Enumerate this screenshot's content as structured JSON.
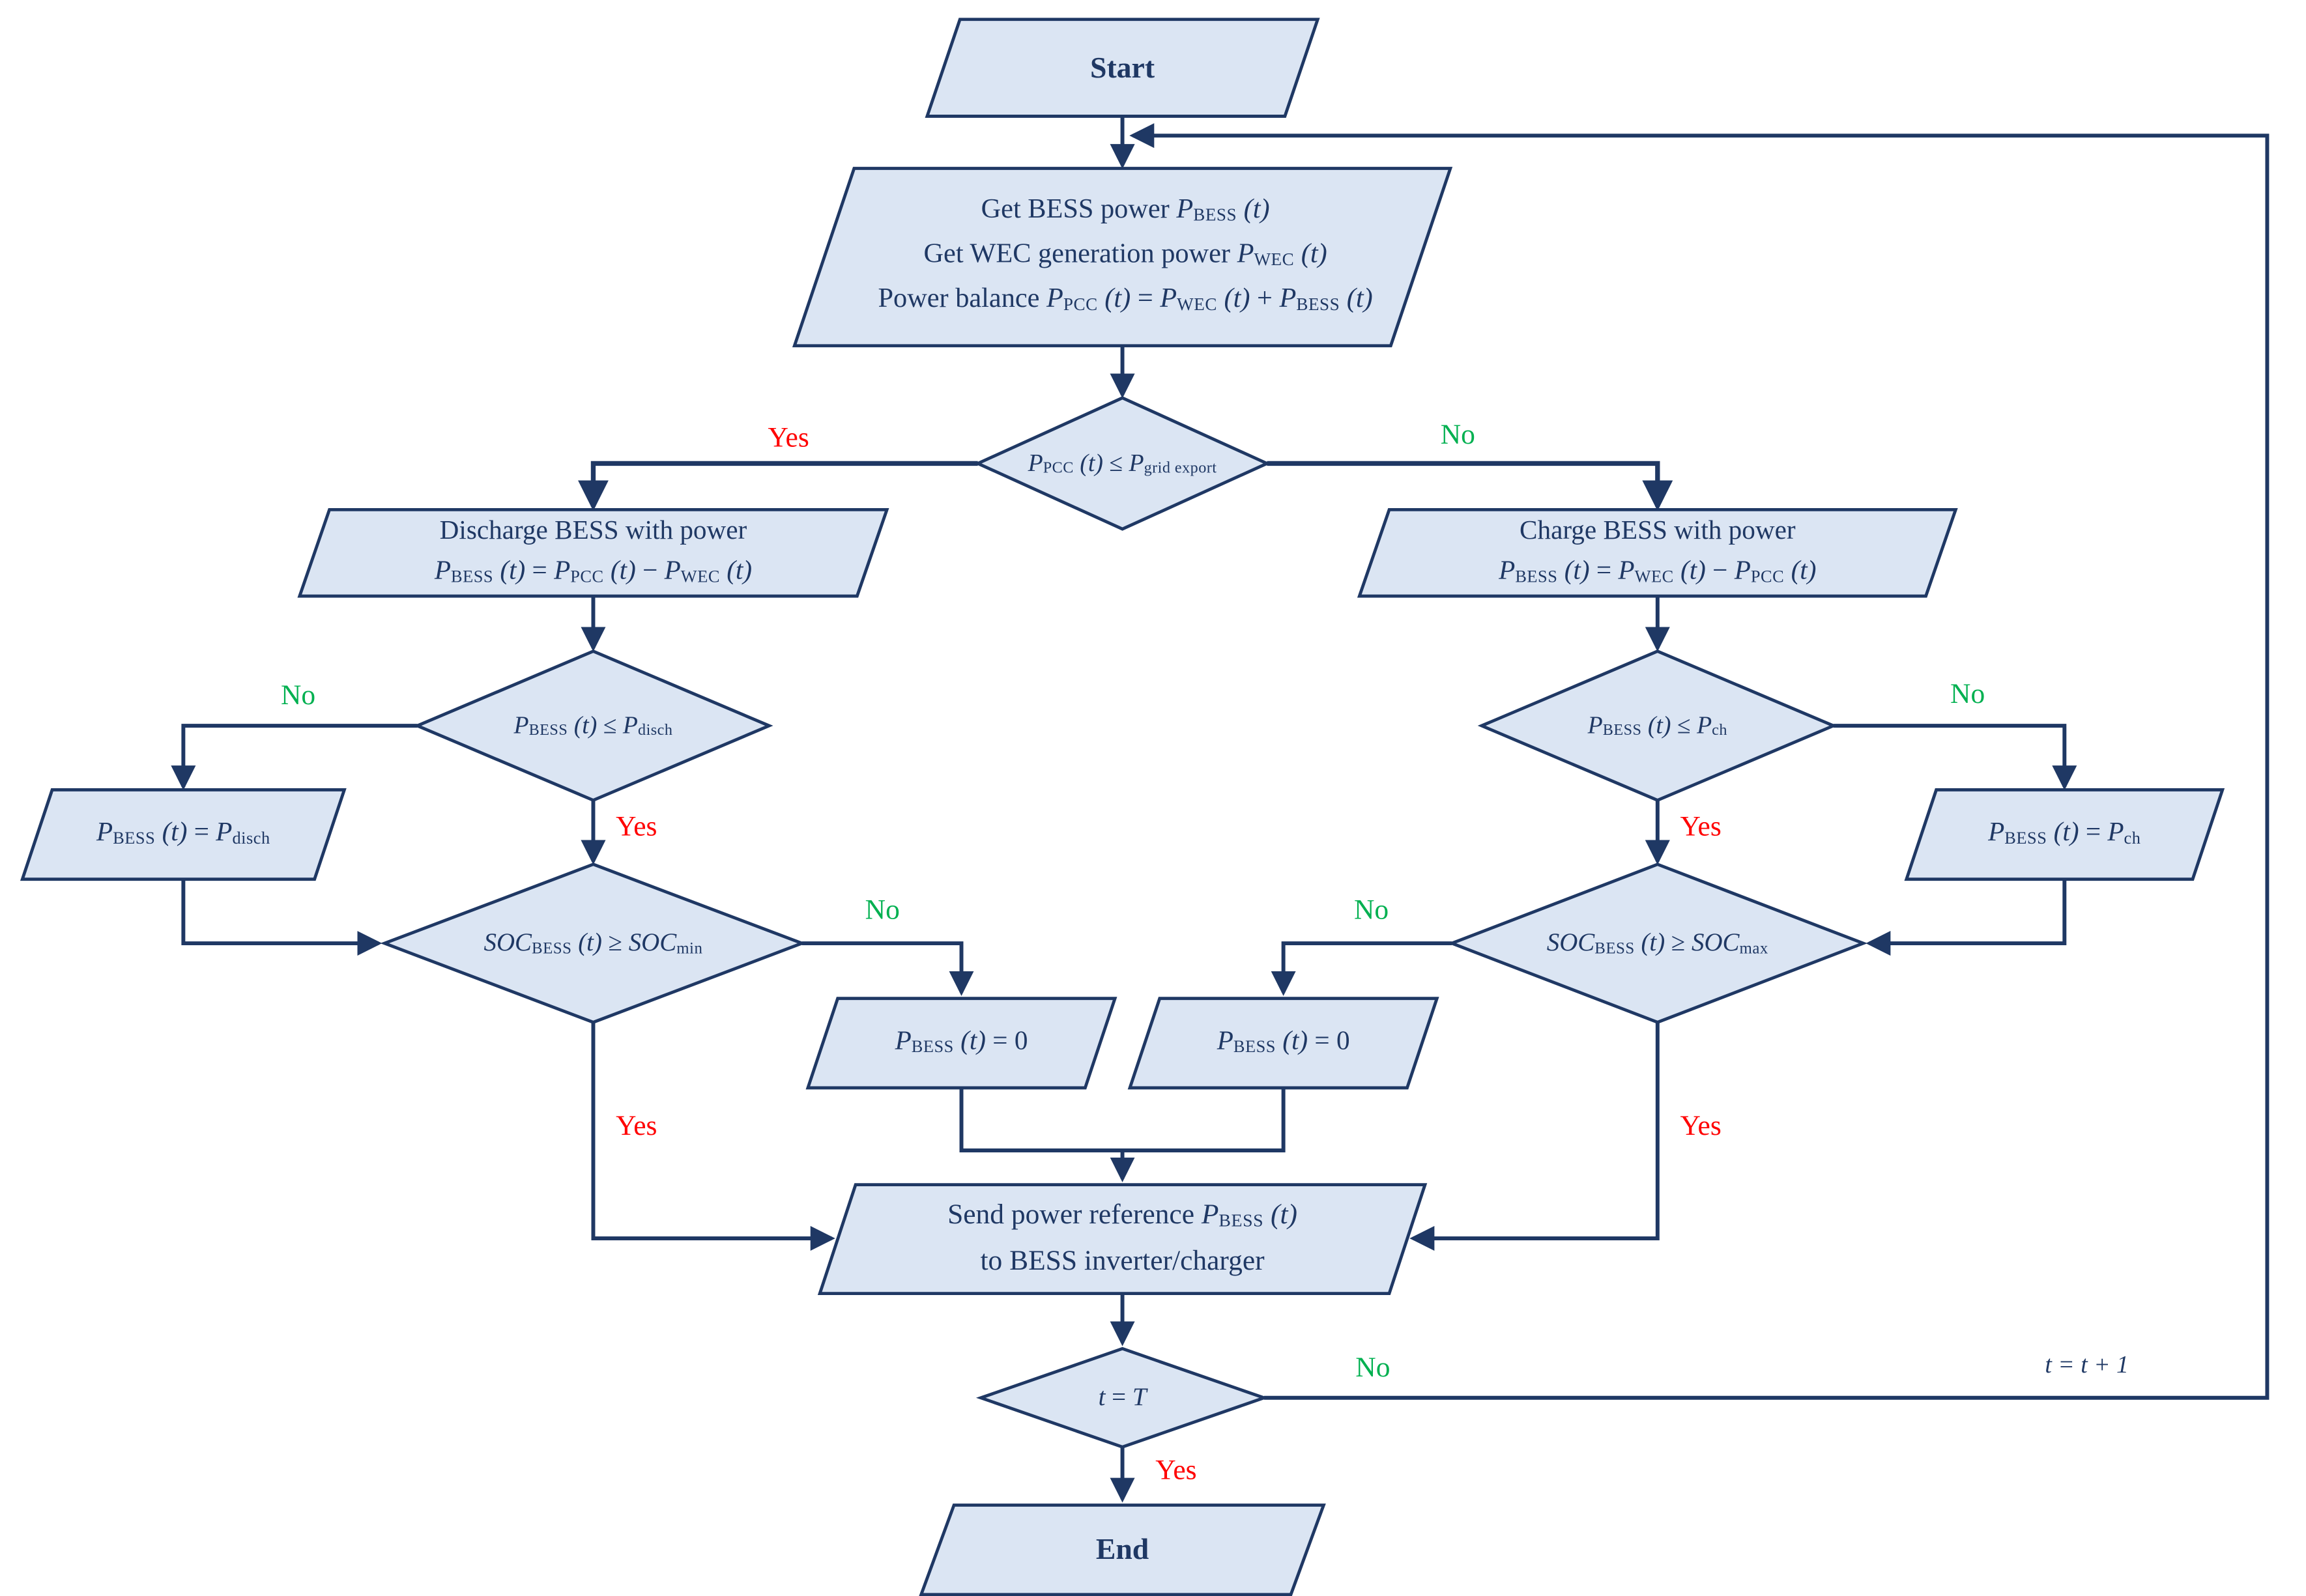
{
  "colors": {
    "node_fill": "#dbe5f3",
    "line": "#1f3864",
    "yes": "#ff0000",
    "no": "#00b050"
  },
  "labels": {
    "yes": "Yes",
    "no": "No"
  },
  "nodes": {
    "start": {
      "label": "Start"
    },
    "acquire": {
      "line1": [
        {
          "t": "Get BESS power "
        },
        {
          "t": "P",
          "s": "i"
        },
        {
          "t": "BESS",
          "s": "sub"
        },
        {
          "t": " "
        },
        {
          "t": "(t)",
          "s": "i"
        }
      ],
      "line2": [
        {
          "t": "Get WEC generation power "
        },
        {
          "t": "P",
          "s": "i"
        },
        {
          "t": "WEC",
          "s": "sub"
        },
        {
          "t": " "
        },
        {
          "t": "(t)",
          "s": "i"
        }
      ],
      "line3": [
        {
          "t": "Power balance "
        },
        {
          "t": "P",
          "s": "i"
        },
        {
          "t": "PCC",
          "s": "sub"
        },
        {
          "t": " "
        },
        {
          "t": "(t)",
          "s": "i"
        },
        {
          "t": " = "
        },
        {
          "t": "P",
          "s": "i"
        },
        {
          "t": "WEC",
          "s": "sub"
        },
        {
          "t": " "
        },
        {
          "t": "(t)",
          "s": "i"
        },
        {
          "t": " + "
        },
        {
          "t": "P",
          "s": "i"
        },
        {
          "t": "BESS",
          "s": "sub"
        },
        {
          "t": " "
        },
        {
          "t": "(t)",
          "s": "i"
        }
      ]
    },
    "d_grid": {
      "text": [
        {
          "t": "P",
          "s": "i"
        },
        {
          "t": "PCC",
          "s": "sub"
        },
        {
          "t": " "
        },
        {
          "t": "(t)",
          "s": "i"
        },
        {
          "t": " ≤ "
        },
        {
          "t": "P",
          "s": "i"
        },
        {
          "t": "grid export",
          "s": "sub"
        }
      ]
    },
    "discharge": {
      "line1": [
        {
          "t": "Discharge BESS with power"
        }
      ],
      "line2": [
        {
          "t": "P",
          "s": "i"
        },
        {
          "t": "BESS",
          "s": "sub"
        },
        {
          "t": " "
        },
        {
          "t": "(t)",
          "s": "i"
        },
        {
          "t": " = "
        },
        {
          "t": "P",
          "s": "i"
        },
        {
          "t": "PCC",
          "s": "sub"
        },
        {
          "t": " "
        },
        {
          "t": "(t)",
          "s": "i"
        },
        {
          "t": " − "
        },
        {
          "t": "P",
          "s": "i"
        },
        {
          "t": "WEC",
          "s": "sub"
        },
        {
          "t": " "
        },
        {
          "t": "(t)",
          "s": "i"
        }
      ]
    },
    "charge": {
      "line1": [
        {
          "t": "Charge BESS with power"
        }
      ],
      "line2": [
        {
          "t": "P",
          "s": "i"
        },
        {
          "t": "BESS",
          "s": "sub"
        },
        {
          "t": " "
        },
        {
          "t": "(t)",
          "s": "i"
        },
        {
          "t": " = "
        },
        {
          "t": "P",
          "s": "i"
        },
        {
          "t": "WEC",
          "s": "sub"
        },
        {
          "t": " "
        },
        {
          "t": "(t)",
          "s": "i"
        },
        {
          "t": " − "
        },
        {
          "t": "P",
          "s": "i"
        },
        {
          "t": "PCC",
          "s": "sub"
        },
        {
          "t": " "
        },
        {
          "t": "(t)",
          "s": "i"
        }
      ]
    },
    "d_pdisch": {
      "text": [
        {
          "t": "P",
          "s": "i"
        },
        {
          "t": "BESS",
          "s": "sub"
        },
        {
          "t": " "
        },
        {
          "t": "(t)",
          "s": "i"
        },
        {
          "t": " ≤ "
        },
        {
          "t": "P",
          "s": "i"
        },
        {
          "t": "disch",
          "s": "sub"
        }
      ]
    },
    "d_pch": {
      "text": [
        {
          "t": "P",
          "s": "i"
        },
        {
          "t": "BESS",
          "s": "sub"
        },
        {
          "t": " "
        },
        {
          "t": "(t)",
          "s": "i"
        },
        {
          "t": " ≤ "
        },
        {
          "t": "P",
          "s": "i"
        },
        {
          "t": "ch",
          "s": "sub"
        }
      ]
    },
    "set_pdisch": {
      "text": [
        {
          "t": "P",
          "s": "i"
        },
        {
          "t": "BESS",
          "s": "sub"
        },
        {
          "t": " "
        },
        {
          "t": "(t)",
          "s": "i"
        },
        {
          "t": " = "
        },
        {
          "t": "P",
          "s": "i"
        },
        {
          "t": "disch",
          "s": "sub"
        }
      ]
    },
    "set_pch": {
      "text": [
        {
          "t": "P",
          "s": "i"
        },
        {
          "t": "BESS",
          "s": "sub"
        },
        {
          "t": " "
        },
        {
          "t": "(t)",
          "s": "i"
        },
        {
          "t": " = "
        },
        {
          "t": "P",
          "s": "i"
        },
        {
          "t": "ch",
          "s": "sub"
        }
      ]
    },
    "d_socmin": {
      "text": [
        {
          "t": "SOC",
          "s": "i"
        },
        {
          "t": "BESS",
          "s": "sub"
        },
        {
          "t": " "
        },
        {
          "t": "(t)",
          "s": "i"
        },
        {
          "t": " ≥ "
        },
        {
          "t": "SOC",
          "s": "i"
        },
        {
          "t": "min",
          "s": "sub"
        }
      ]
    },
    "d_socmax": {
      "text": [
        {
          "t": "SOC",
          "s": "i"
        },
        {
          "t": "BESS",
          "s": "sub"
        },
        {
          "t": " "
        },
        {
          "t": "(t)",
          "s": "i"
        },
        {
          "t": " ≥ "
        },
        {
          "t": "SOC",
          "s": "i"
        },
        {
          "t": "max",
          "s": "sub"
        }
      ]
    },
    "set_zero_left": {
      "text": [
        {
          "t": "P",
          "s": "i"
        },
        {
          "t": "BESS",
          "s": "sub"
        },
        {
          "t": " "
        },
        {
          "t": "(t)",
          "s": "i"
        },
        {
          "t": " = 0"
        }
      ]
    },
    "set_zero_right": {
      "text": [
        {
          "t": "P",
          "s": "i"
        },
        {
          "t": "BESS",
          "s": "sub"
        },
        {
          "t": " "
        },
        {
          "t": "(t)",
          "s": "i"
        },
        {
          "t": " = 0"
        }
      ]
    },
    "send": {
      "line1": [
        {
          "t": "Send power reference "
        },
        {
          "t": "P",
          "s": "i"
        },
        {
          "t": "BESS",
          "s": "sub"
        },
        {
          "t": " "
        },
        {
          "t": "(t)",
          "s": "i"
        }
      ],
      "line2": [
        {
          "t": "to BESS inverter/charger"
        }
      ]
    },
    "d_end": {
      "text": [
        {
          "t": "t",
          "s": "i"
        },
        {
          "t": " = "
        },
        {
          "t": "T",
          "s": "i"
        }
      ]
    },
    "end": {
      "label": "End"
    }
  },
  "annotations": {
    "t_increment": [
      {
        "t": "t",
        "s": "i"
      },
      {
        "t": " = "
      },
      {
        "t": "t",
        "s": "i"
      },
      {
        "t": " + 1"
      }
    ]
  }
}
